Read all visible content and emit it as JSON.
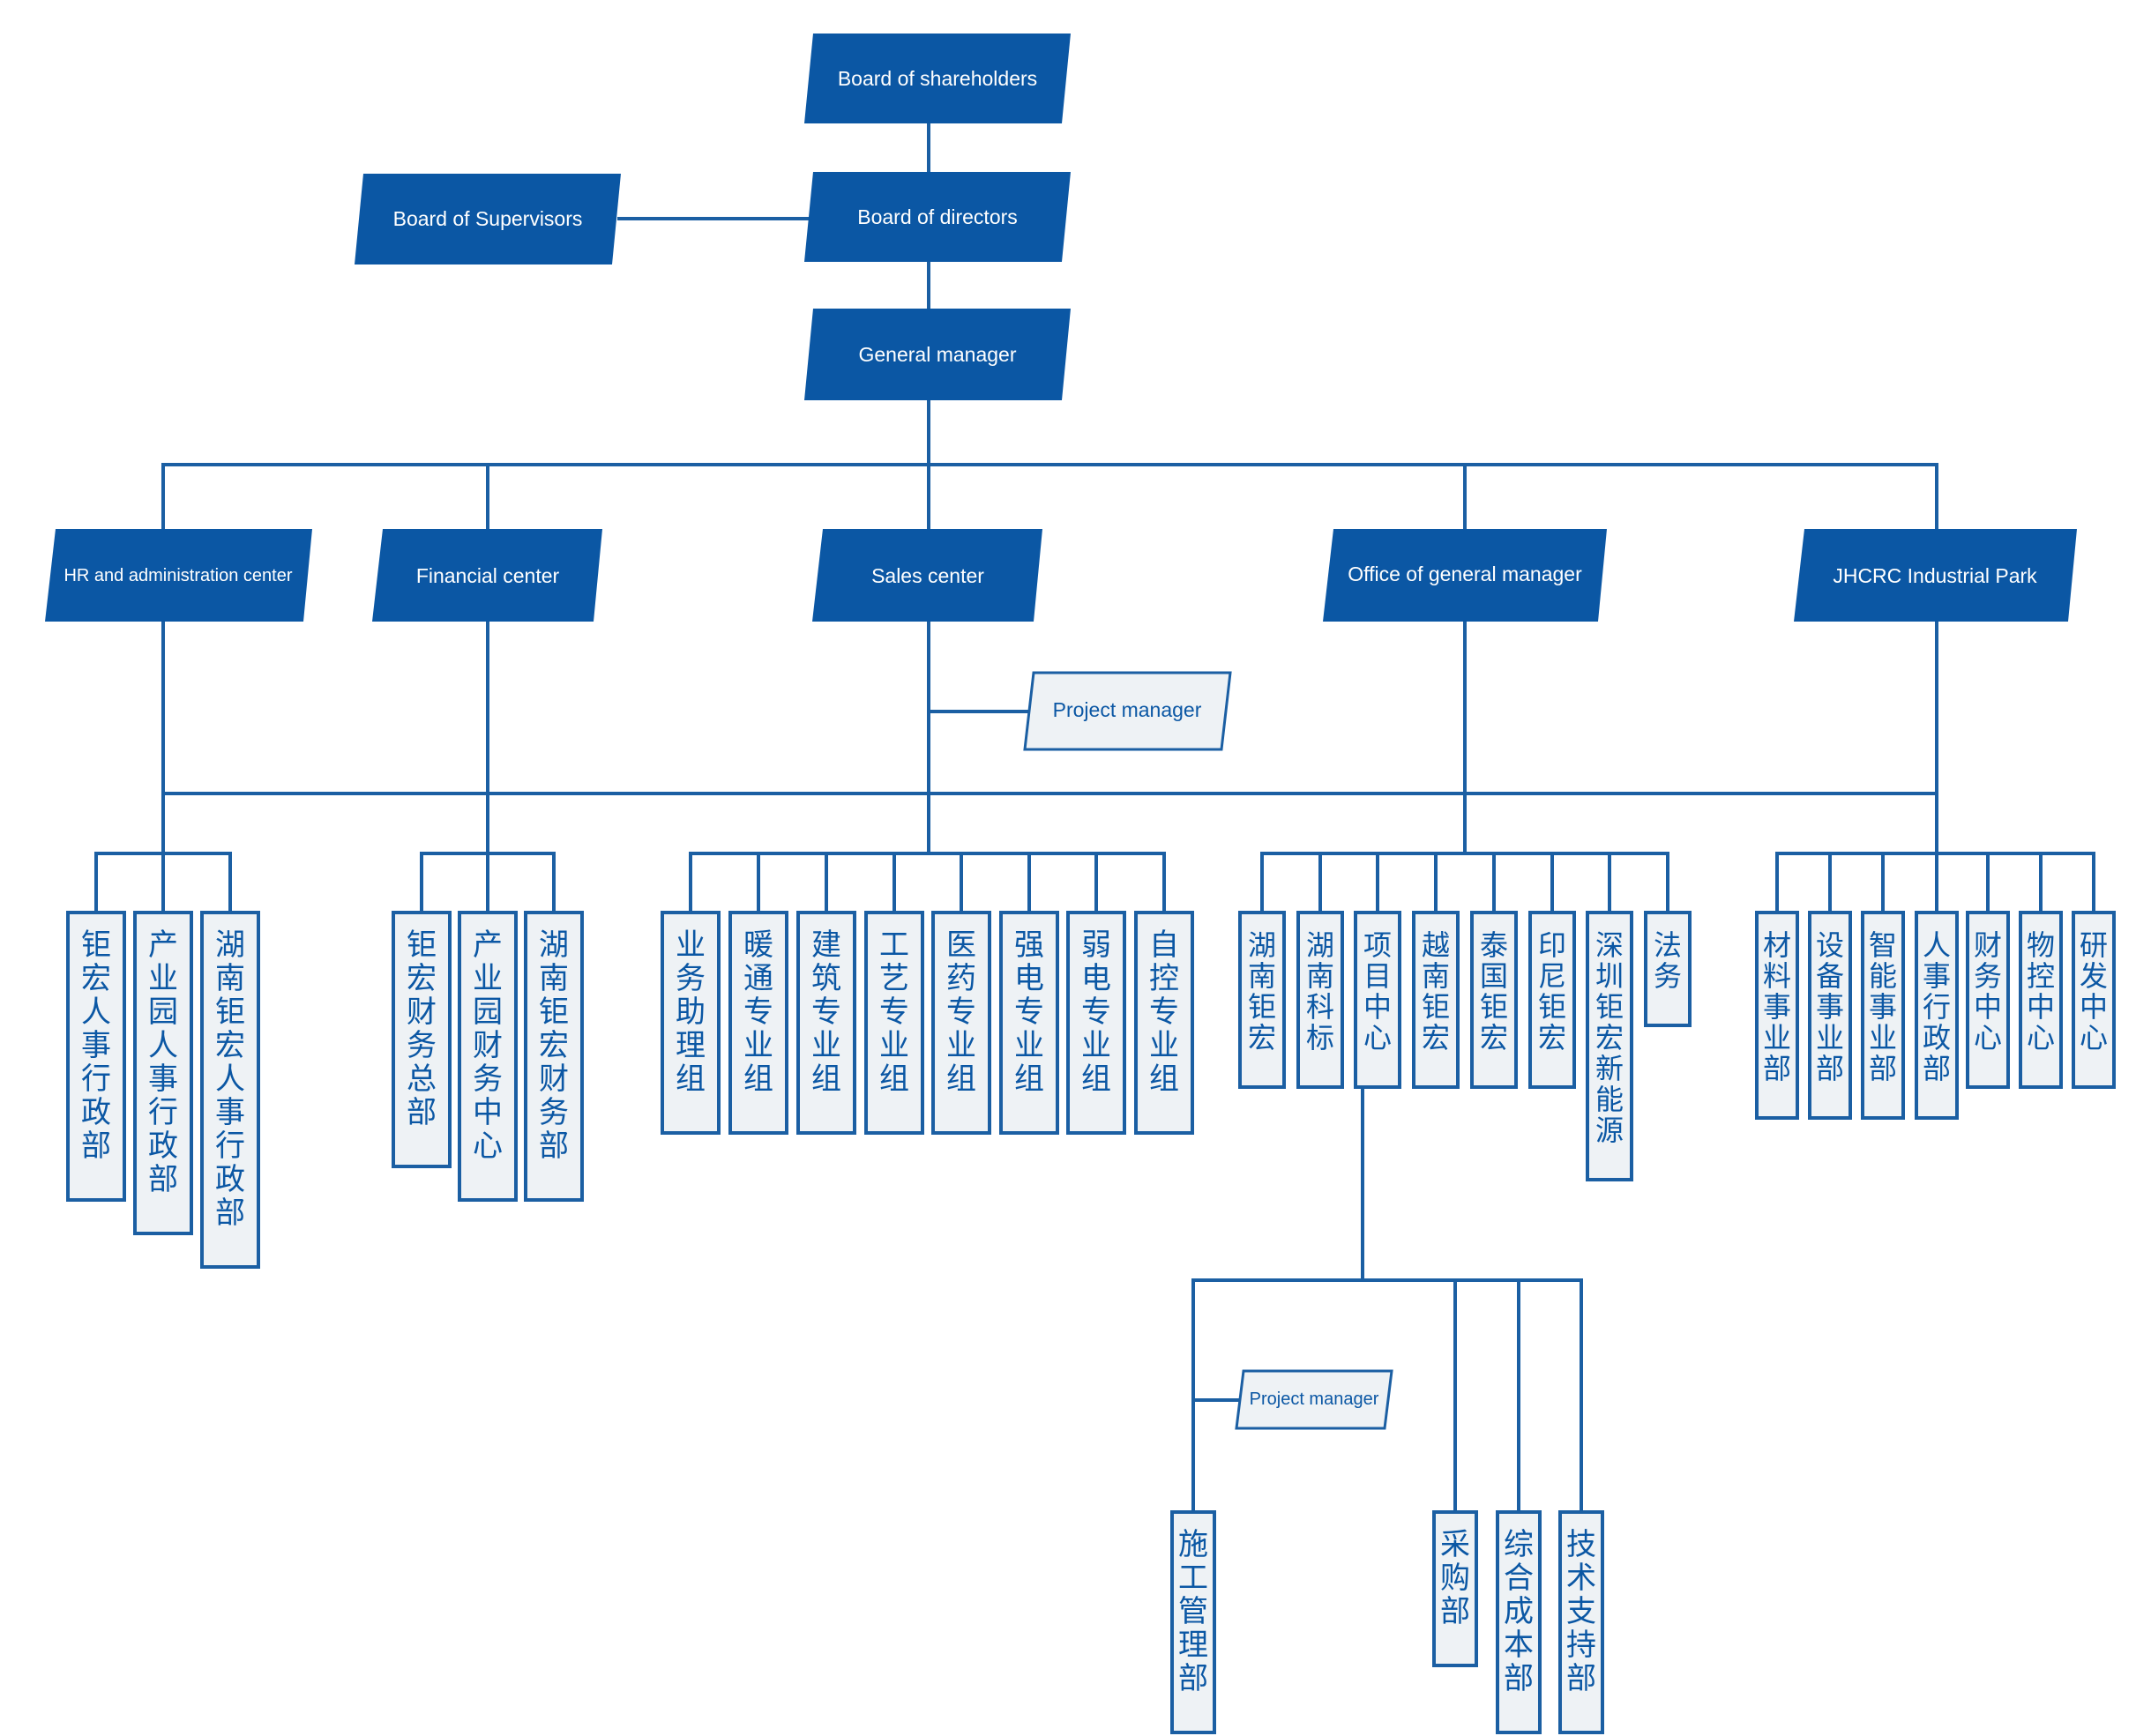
{
  "top": {
    "shareholders": "Board of shareholders",
    "supervisors": "Board of Supervisors",
    "directors": "Board of directors",
    "gm": "General manager"
  },
  "centers": {
    "hr": "HR and administration center",
    "finance": "Financial center",
    "sales": "Sales center",
    "office": "Office of general manager",
    "park": "JHCRC Industrial Park"
  },
  "project_manager_1": "Project manager",
  "project_manager_2": "Project manager",
  "hr_units": [
    "钜宏人事行政部",
    "产业园人事行政部",
    "湖南钜宏人事行政部"
  ],
  "finance_units": [
    "钜宏财务总部",
    "产业园财务中心",
    "湖南钜宏财务部"
  ],
  "sales_units": [
    "业务助理组",
    "暖通专业组",
    "建筑专业组",
    "工艺专业组",
    "医药专业组",
    "强电专业组",
    "弱电专业组",
    "自控专业组"
  ],
  "office_units": [
    "湖南钜宏",
    "湖南科标",
    "项目中心",
    "越南钜宏",
    "泰国钜宏",
    "印尼钜宏",
    "深圳钜宏新能源",
    "法务"
  ],
  "park_units": [
    "材料事业部",
    "设备事业部",
    "智能事业部",
    "人事行政部",
    "财务中心",
    "物控中心",
    "研发中心"
  ],
  "project_units": [
    "施工管理部",
    "采购部",
    "综合成本部",
    "技术支持部"
  ],
  "colors": {
    "primary": "#0b57a4",
    "line": "#1b5fa3",
    "light_fill": "#eef2f5"
  }
}
